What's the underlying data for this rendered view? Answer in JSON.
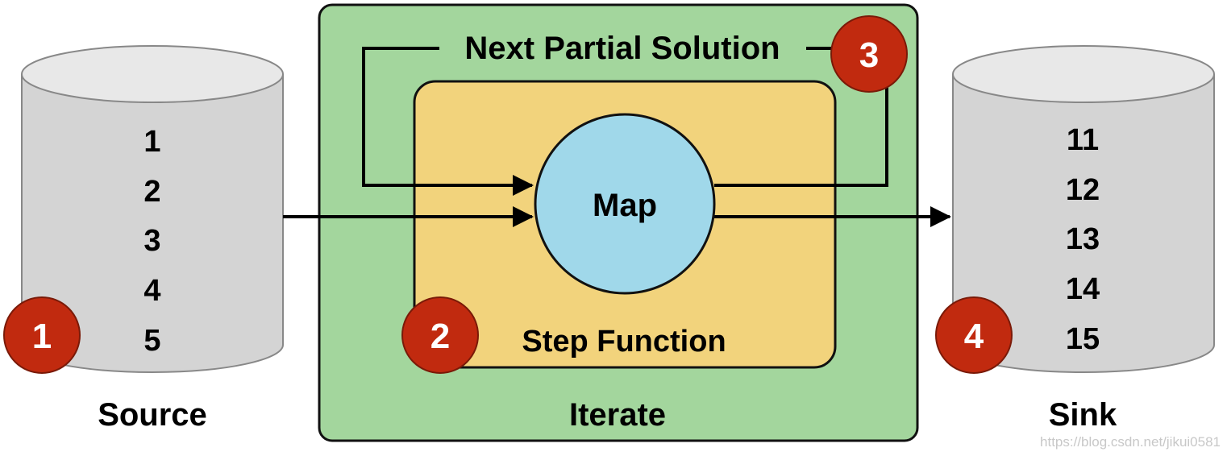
{
  "source": {
    "label": "Source",
    "items": [
      "1",
      "2",
      "3",
      "4",
      "5"
    ],
    "badge": "1"
  },
  "iterate": {
    "label": "Iterate",
    "feedback_label": "Next Partial Solution",
    "feedback_badge": "3"
  },
  "step_function": {
    "label": "Step Function",
    "badge": "2"
  },
  "map": {
    "label": "Map"
  },
  "sink": {
    "label": "Sink",
    "items": [
      "11",
      "12",
      "13",
      "14",
      "15"
    ],
    "badge": "4"
  },
  "watermark": "https://blog.csdn.net/jikui0581",
  "colors": {
    "cylinder_body": "#d4d4d4",
    "cylinder_top": "#e8e8e8",
    "iterate_fill": "#a3d69d",
    "step_fill": "#f2d37c",
    "map_fill": "#a0d8ea",
    "badge_fill": "#c12a0f"
  }
}
